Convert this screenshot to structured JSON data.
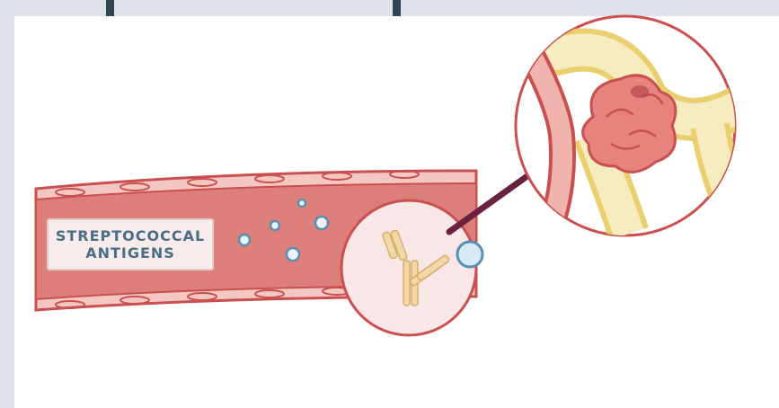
{
  "label": {
    "line1": "STREPTOCOCCAL",
    "line2": "ANTIGENS"
  },
  "colors": {
    "vessel_wall": "#c9504f",
    "vessel_inner": "#e9a3a0",
    "vessel_lumen": "#dc7e7a",
    "antigen": "#5a8fb3",
    "antibody": "#e3c08a",
    "arrow": "#6b2140",
    "glomerulus": "#f3e5a3",
    "label_text": "#4a6e85"
  },
  "icons": [
    "antigen-bubble",
    "antibody-y-shape",
    "glomerulus-deposit",
    "arrow-right-up"
  ]
}
